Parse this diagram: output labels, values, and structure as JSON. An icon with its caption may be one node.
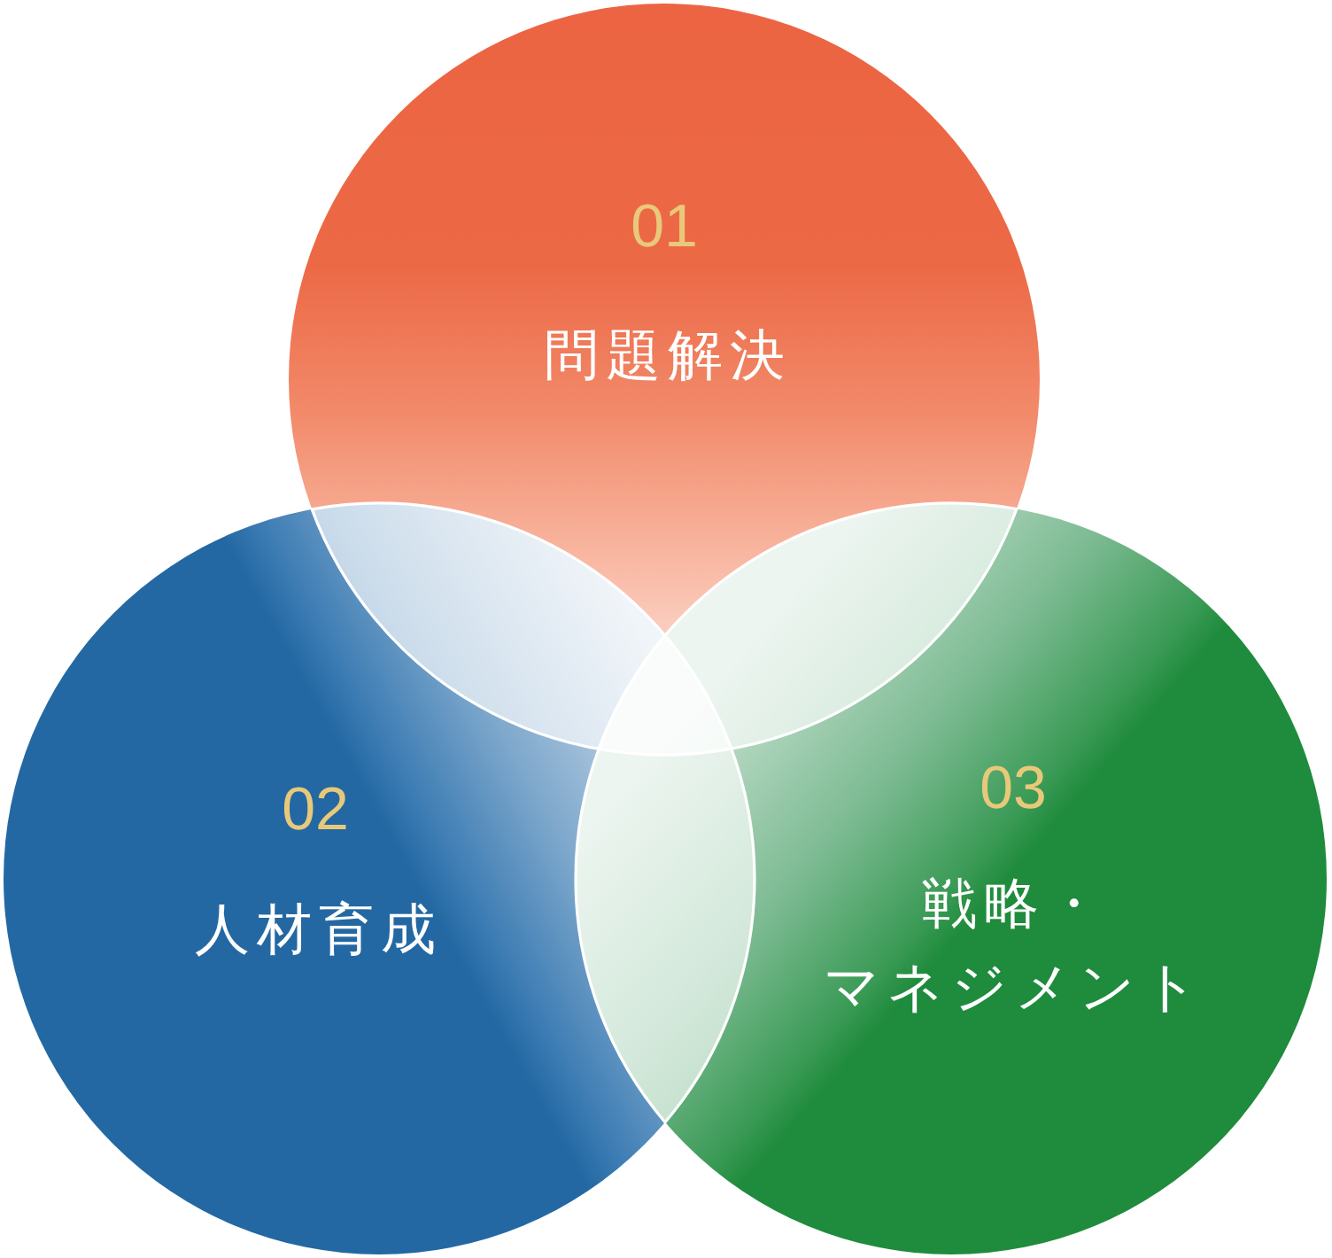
{
  "diagram": {
    "nodes": [
      {
        "text": [
          "01",
          "問題解決"
        ]
      },
      {
        "text": [
          "02",
          "人材育成"
        ]
      },
      {
        "text": [
          "03",
          "戦略・マネジメント"
        ]
      }
    ]
  }
}
